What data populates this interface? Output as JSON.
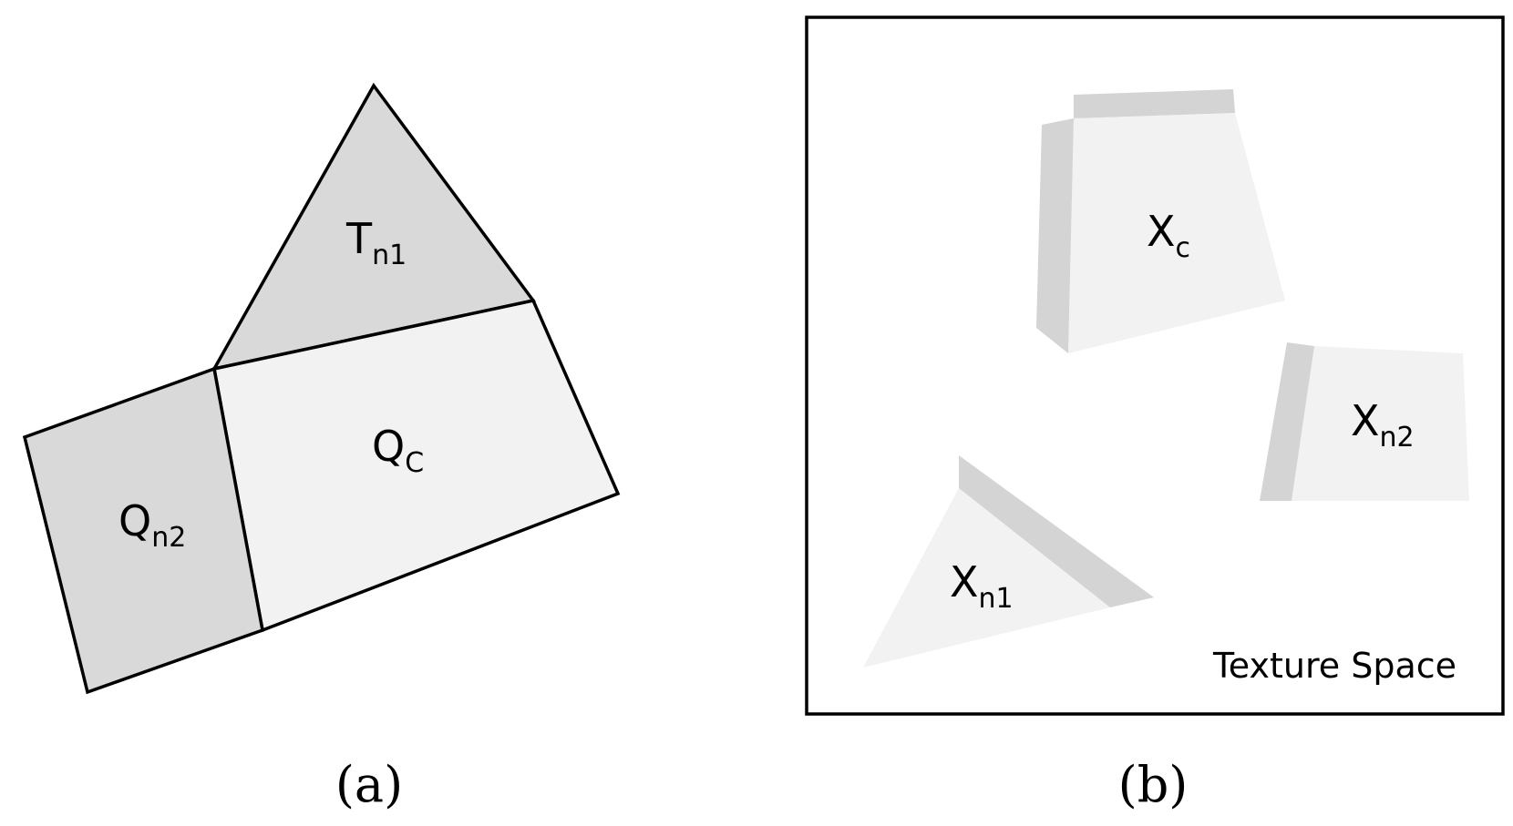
{
  "panel_a": {
    "caption": "(a)",
    "labels": {
      "tn1": {
        "main": "T",
        "sub": "n1"
      },
      "qc": {
        "main": "Q",
        "sub": "C"
      },
      "qn2": {
        "main": "Q",
        "sub": "n2"
      }
    }
  },
  "panel_b": {
    "caption": "(b)",
    "space_label": "Texture Space",
    "labels": {
      "xc": {
        "main": "X",
        "sub": "c"
      },
      "xn2": {
        "main": "X",
        "sub": "n2"
      },
      "xn1": {
        "main": "X",
        "sub": "n1"
      }
    }
  },
  "colors": {
    "dark_fill": "#d9d9d9",
    "light_fill": "#f2f2f2",
    "border_fill": "#d4d4d4",
    "line": "#000000"
  }
}
